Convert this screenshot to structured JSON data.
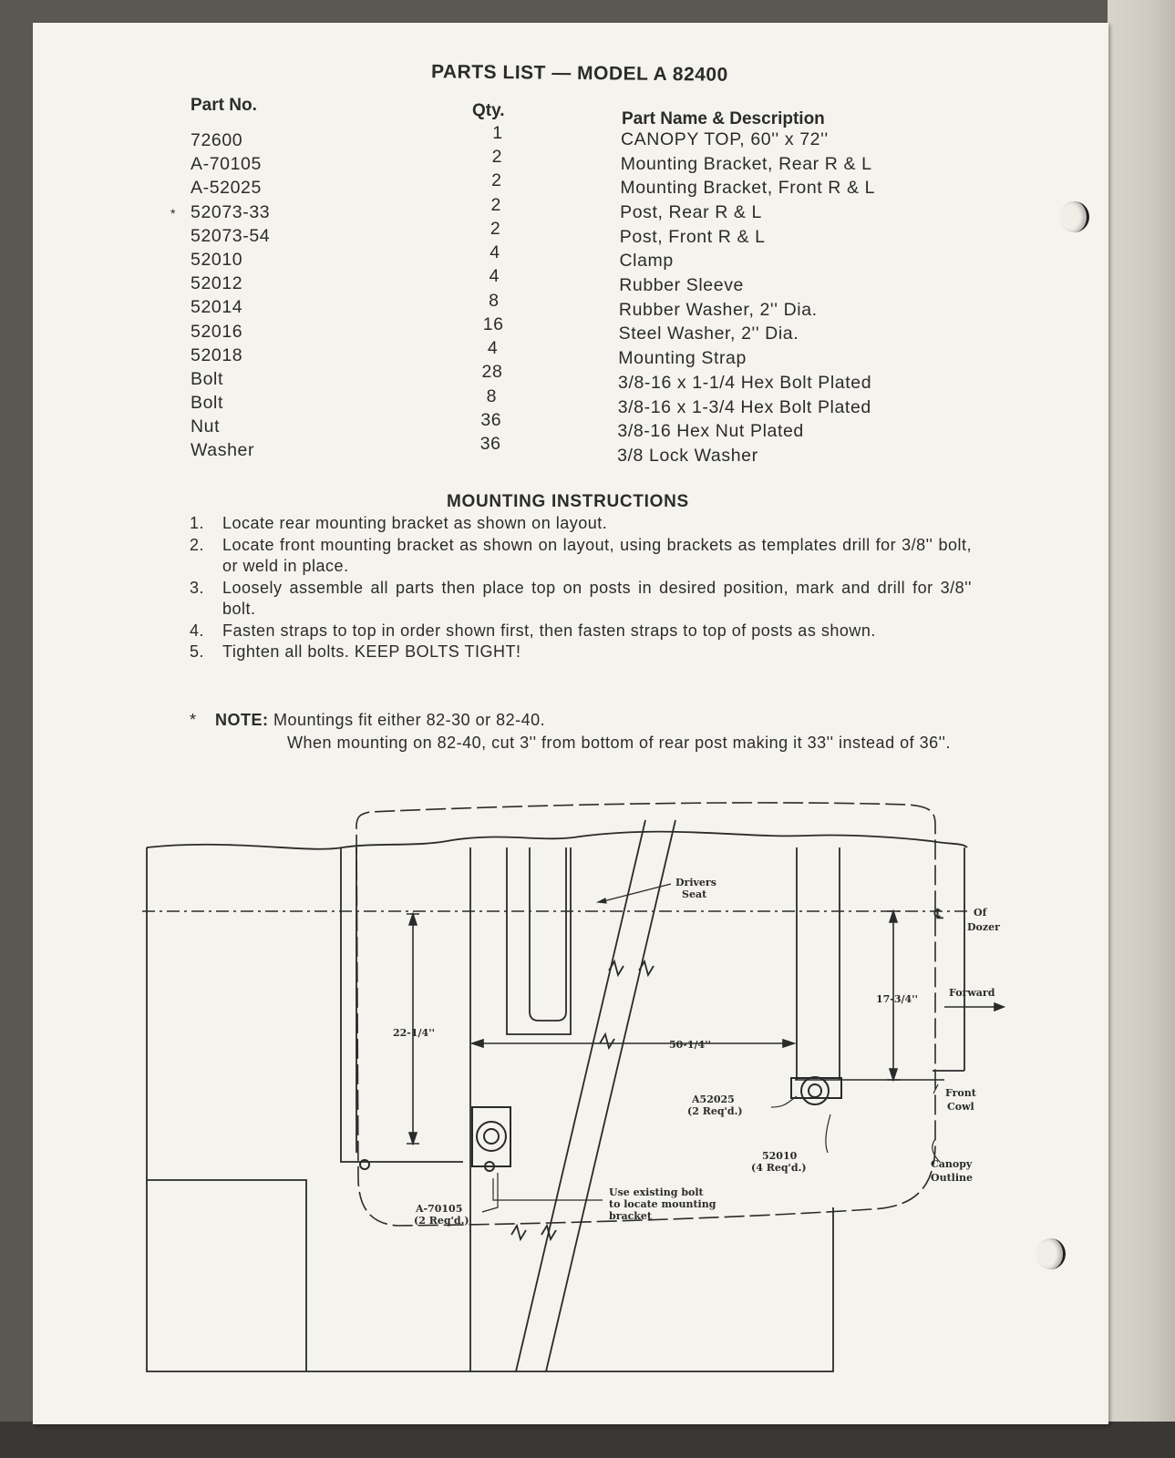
{
  "title": "PARTS LIST — MODEL A 82400",
  "table": {
    "headers": {
      "part_no": "Part No.",
      "qty": "Qty.",
      "description": "Part Name & Description"
    },
    "rows": [
      {
        "marker": "",
        "part_no": "72600",
        "qty": "1",
        "description": "CANOPY TOP, 60'' x 72''"
      },
      {
        "marker": "",
        "part_no": "A-70105",
        "qty": "2",
        "description": "Mounting Bracket, Rear R & L"
      },
      {
        "marker": "",
        "part_no": "A-52025",
        "qty": "2",
        "description": "Mounting Bracket, Front R & L"
      },
      {
        "marker": "*",
        "part_no": "52073-33",
        "qty": "2",
        "description": "Post, Rear R & L"
      },
      {
        "marker": "",
        "part_no": "52073-54",
        "qty": "2",
        "description": "Post, Front R & L"
      },
      {
        "marker": "",
        "part_no": "52010",
        "qty": "4",
        "description": "Clamp"
      },
      {
        "marker": "",
        "part_no": "52012",
        "qty": "4",
        "description": "Rubber Sleeve"
      },
      {
        "marker": "",
        "part_no": "52014",
        "qty": "8",
        "description": "Rubber Washer, 2'' Dia."
      },
      {
        "marker": "",
        "part_no": "52016",
        "qty": "16",
        "description": "Steel Washer, 2'' Dia."
      },
      {
        "marker": "",
        "part_no": "52018",
        "qty": "4",
        "description": "Mounting Strap"
      },
      {
        "marker": "",
        "part_no": "Bolt",
        "qty": "28",
        "description": "3/8-16 x 1-1/4 Hex Bolt Plated"
      },
      {
        "marker": "",
        "part_no": "Bolt",
        "qty": "8",
        "description": "3/8-16 x 1-3/4 Hex Bolt Plated"
      },
      {
        "marker": "",
        "part_no": "Nut",
        "qty": "36",
        "description": "3/8-16 Hex Nut Plated"
      },
      {
        "marker": "",
        "part_no": "Washer",
        "qty": "36",
        "description": "3/8 Lock Washer"
      }
    ]
  },
  "instructions": {
    "title": "MOUNTING INSTRUCTIONS",
    "steps": [
      {
        "num": "1.",
        "text": "Locate rear mounting bracket as shown on layout."
      },
      {
        "num": "2.",
        "text": "Locate front mounting bracket as shown on layout, using brackets as templates drill for 3/8'' bolt, or weld in place."
      },
      {
        "num": "3.",
        "text": "Loosely assemble all parts then place top on posts in desired position, mark and drill for 3/8'' bolt."
      },
      {
        "num": "4.",
        "text": "Fasten straps to top in order shown first, then fasten straps to top of posts as shown."
      },
      {
        "num": "5.",
        "text": "Tighten all bolts. KEEP BOLTS TIGHT!"
      }
    ],
    "note": {
      "marker": "*",
      "label": "NOTE:",
      "line1": "Mountings fit either 82-30 or 82-40.",
      "line2": "When mounting on 82-40, cut 3'' from bottom of rear post making it 33'' instead of 36''."
    }
  },
  "drawing": {
    "labels": {
      "drivers_seat_1": "Drivers",
      "drivers_seat_2": "Seat",
      "centerline_symbol": "℄",
      "centerline_1": "Of",
      "centerline_2": "Dozer",
      "forward": "Forward",
      "dim_22": "22-1/4''",
      "dim_17": "17-3/4''",
      "dim_50": "50-1/4''",
      "front_cowl_1": "Front",
      "front_cowl_2": "Cowl",
      "canopy_1": "Canopy",
      "canopy_2": "Outline",
      "a52025_1": "A52025",
      "a52025_2": "(2 Req'd.)",
      "p52010_1": "52010",
      "p52010_2": "(4 Req'd.)",
      "a70105_1": "A-70105",
      "a70105_2": "(2 Req'd.)",
      "existing_1": "Use existing bolt",
      "existing_2": "to locate mounting",
      "existing_3": "bracket"
    }
  }
}
